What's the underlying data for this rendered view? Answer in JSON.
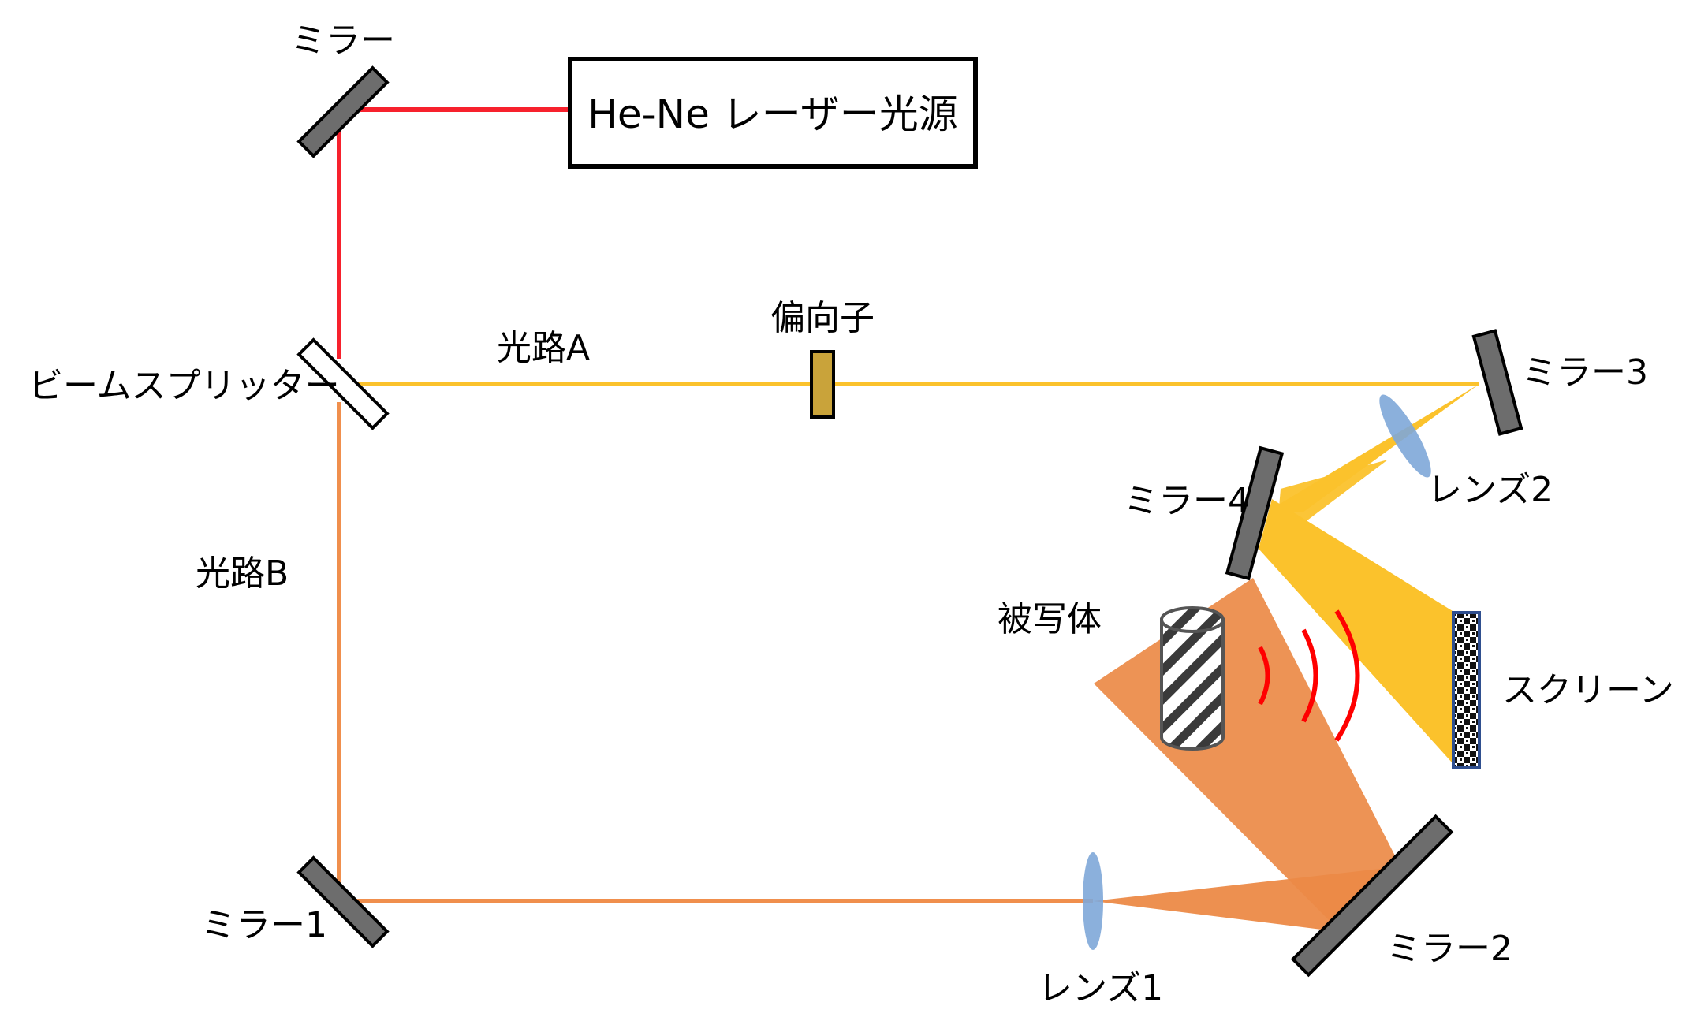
{
  "labels": {
    "laser_source": "He-Ne レーザー光源",
    "mirror_top": "ミラー",
    "beam_splitter": "ビームスプリッター",
    "path_a": "光路A",
    "path_b": "光路B",
    "polarizer": "偏向子",
    "mirror_1": "ミラー1",
    "mirror_2": "ミラー2",
    "mirror_3": "ミラー3",
    "mirror_4": "ミラー4",
    "lens_1": "レンズ1",
    "lens_2": "レンズ2",
    "object": "被写体",
    "screen": "スクリーン"
  },
  "colors": {
    "laser_beam": "#f7212d",
    "path_a_beam": "#fbc22c",
    "path_b_beam": "#f08f4d",
    "mirror_fill": "#6d6d6d",
    "lens_fill": "#7ea7d8",
    "polarizer_fill": "#c9a33a",
    "wave": "#ff0000"
  }
}
